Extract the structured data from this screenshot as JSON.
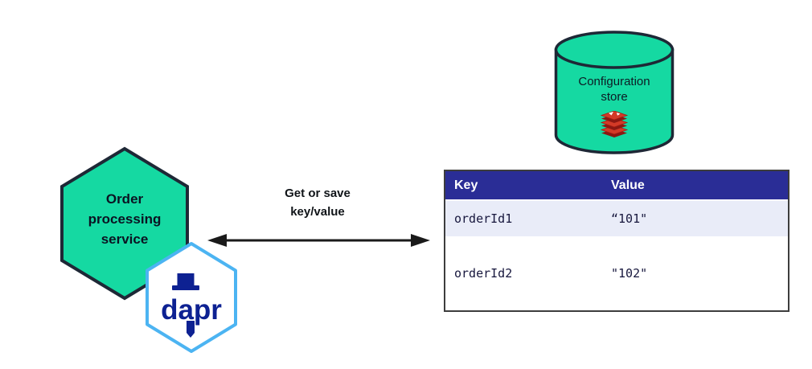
{
  "nodes": {
    "order_service": {
      "label": "Order processing service",
      "shape": "hexagon",
      "fill": "#15d9a2"
    },
    "dapr_sidecar": {
      "label": "dapr",
      "shape": "hexagon",
      "border_color": "#4cb4f2",
      "text_color": "#0d2192"
    },
    "config_store": {
      "label": "Configuration store",
      "shape": "cylinder",
      "fill": "#15d9a2",
      "icon": "redis-icon"
    }
  },
  "arrow": {
    "label": "Get or save key/value",
    "type": "bidirectional",
    "color": "#1a1a1a"
  },
  "table": {
    "headers": [
      "Key",
      "Value"
    ],
    "rows": [
      {
        "key": "orderId1",
        "value": "“101\""
      },
      {
        "key": "orderId2",
        "value": "\"102\""
      }
    ],
    "header_bg": "#2a2d96",
    "row_alt_bg": "#e9ecf8"
  },
  "icons": {
    "redis": "redis-icon",
    "dapr_hat": "bowler-hat-icon",
    "arrow": "bidirectional-arrow-icon"
  },
  "colors": {
    "node_green": "#15d9a2",
    "outline_dark": "#1e2836",
    "table_header_navy": "#2a2d96",
    "row_lavender": "#e9ecf8",
    "dapr_blue": "#0d2192",
    "dapr_border_blue": "#4cb4f2",
    "redis_red": "#d33a27",
    "arrow_black": "#1a1a1a"
  }
}
